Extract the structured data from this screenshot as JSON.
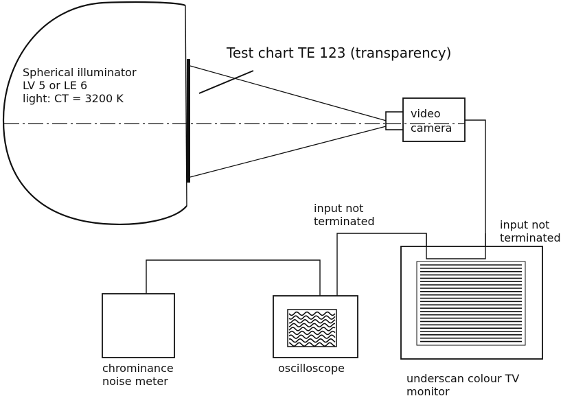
{
  "illuminator": {
    "line1": "Spherical illuminator",
    "line2": "LV 5 or LE 6",
    "line3": "light: CT = 3200 K"
  },
  "test_chart": {
    "label": "Test chart TE 123 (transparency)"
  },
  "camera": {
    "line1": "video",
    "line2": "camera"
  },
  "oscilloscope_input": {
    "line1": "input not",
    "line2": "terminated"
  },
  "monitor_input": {
    "line1": "input not",
    "line2": "terminated"
  },
  "noise_meter": {
    "line1": "chrominance",
    "line2": "noise meter"
  },
  "oscilloscope": {
    "label": "oscilloscope"
  },
  "monitor": {
    "line1": "underscan colour TV",
    "line2": "monitor"
  }
}
